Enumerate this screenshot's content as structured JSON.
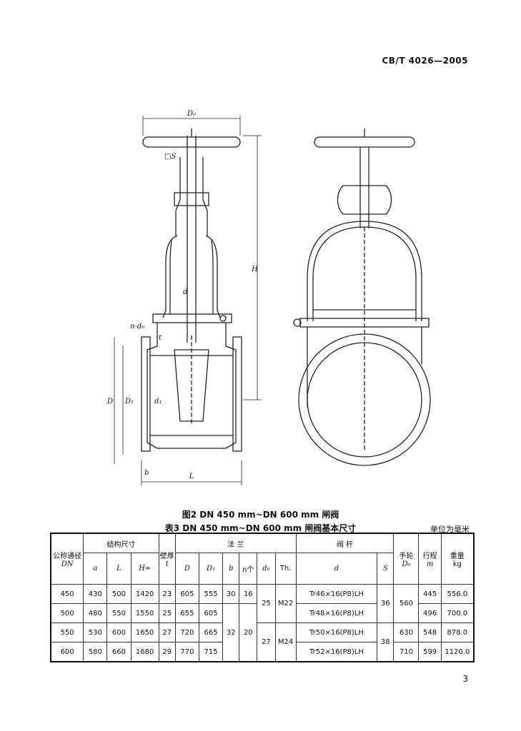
{
  "standard_no": "CB/T 4026—2005",
  "figure": {
    "caption": "图2  DN 450 mm~DN 600 mm 闸阀",
    "labels": {
      "d0": "D₀",
      "sq": "□S",
      "H": "H",
      "d": "d",
      "t": "t",
      "D": "D",
      "D1": "D₁",
      "d1": "d₁",
      "b": "b",
      "L": "L",
      "n_d0": "n-d₀"
    }
  },
  "table": {
    "caption": "表3  DN 450 mm~DN 600 mm 闸阀基本尺寸",
    "unit": "单位为毫米",
    "headers": {
      "nominal": "公称通径",
      "nominal_sym": "DN",
      "structure": "结构尺寸",
      "a": "a",
      "L": "L",
      "H": "H≈",
      "wall": "壁厚",
      "wall_sym": "t",
      "flange": "法    兰",
      "D": "D",
      "D1": "D₁",
      "b": "b",
      "n": "n个",
      "d0": "d₀",
      "th": "Th.",
      "stem": "阀    杆",
      "d": "d",
      "S": "S",
      "handwheel": "手轮",
      "hw_sym": "D₀",
      "stroke": "行程",
      "stroke_sym": "m",
      "weight": "重量",
      "weight_unit": "kg"
    },
    "rows": [
      {
        "dn": "450",
        "a": "430",
        "L": "500",
        "H": "1420",
        "t": "23",
        "D": "605",
        "D1": "555",
        "b": "30",
        "n": "16",
        "d": "Tr46×16(P8)LH",
        "m": "445",
        "kg": "556.0"
      },
      {
        "dn": "500",
        "a": "480",
        "L": "550",
        "H": "1550",
        "t": "25",
        "D": "655",
        "D1": "605",
        "d": "Tr48×16(P8)LH",
        "m": "496",
        "kg": "700.0"
      },
      {
        "dn": "550",
        "a": "530",
        "L": "600",
        "H": "1650",
        "t": "27",
        "D": "720",
        "D1": "665",
        "d": "Tr50×16(P8)LH",
        "D0": "630",
        "m": "548",
        "kg": "878.0"
      },
      {
        "dn": "600",
        "a": "580",
        "L": "660",
        "H": "1680",
        "t": "29",
        "D": "770",
        "D1": "715",
        "d": "Tr52×16(P8)LH",
        "D0": "710",
        "m": "599",
        "kg": "1120.0"
      }
    ],
    "merged": {
      "b_550_600": "32",
      "n_550_600": "20",
      "d0_450_500": "25",
      "th_450_500": "M22",
      "d0_550_600": "27",
      "th_550_600": "M24",
      "S_450_500": "36",
      "S_550_600": "38",
      "D0_450_500": "560"
    }
  },
  "page_number": "3"
}
